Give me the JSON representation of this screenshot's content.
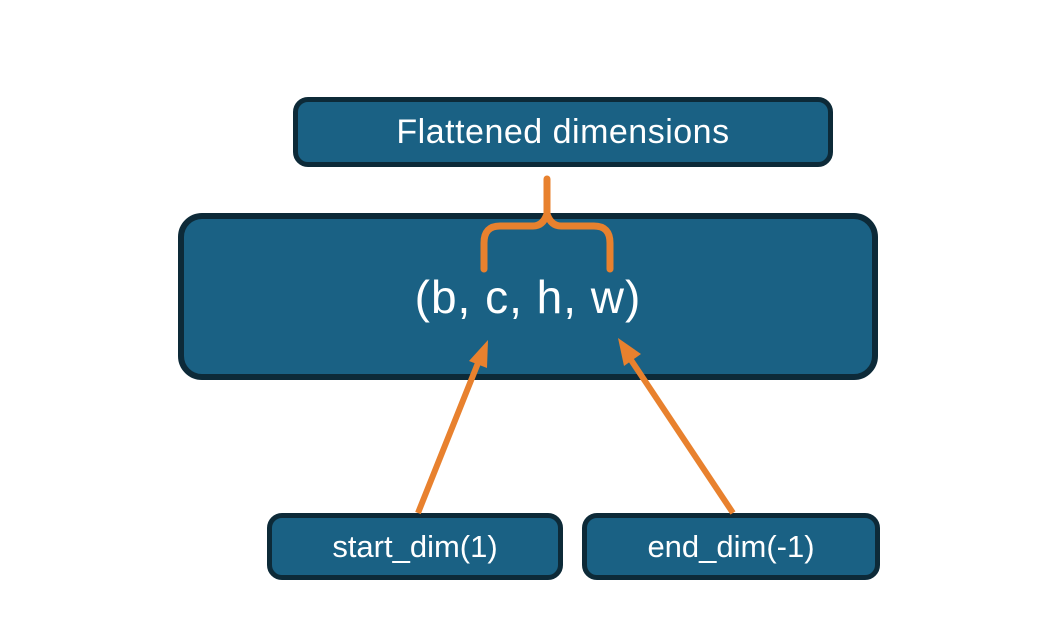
{
  "diagram": {
    "title_box": {
      "label": "Flattened dimensions"
    },
    "tensor_box": {
      "label": "(b, c, h, w)"
    },
    "start_dim_box": {
      "label": "start_dim(1)"
    },
    "end_dim_box": {
      "label": "end_dim(-1)"
    }
  },
  "icons": {
    "brace": "upward-curly-brace",
    "start_arrow": "arrow-up-right",
    "end_arrow": "arrow-up-left"
  },
  "colors": {
    "box_fill": "#1a6184",
    "box_border": "#0d2a38",
    "accent_orange": "#e8812e",
    "text_color": "#ffffff",
    "background": "#ffffff"
  }
}
